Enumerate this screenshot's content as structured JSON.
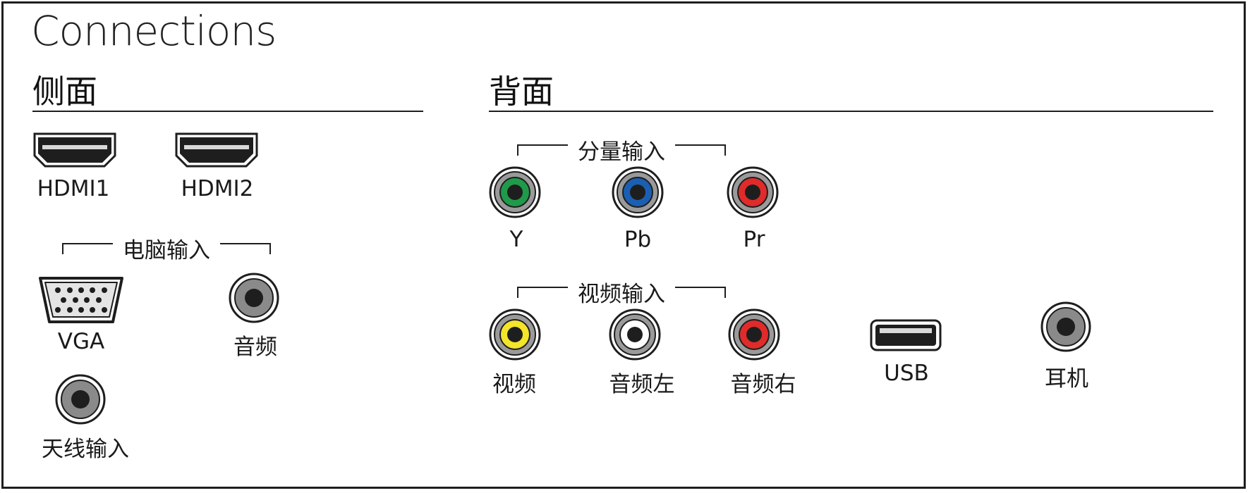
{
  "title": "Connections",
  "colors": {
    "green": "#1f9a4a",
    "blue": "#1b5fb3",
    "red": "#e12a2a",
    "yellow": "#f4e42a",
    "white": "#ffffff",
    "gray": "#8a8a8a"
  },
  "side": {
    "heading": "侧面",
    "hdmi1": {
      "label": "HDMI1",
      "icon": "hdmi-port-icon"
    },
    "hdmi2": {
      "label": "HDMI2",
      "icon": "hdmi-port-icon"
    },
    "pc_group": "电脑输入",
    "vga": {
      "label": "VGA",
      "icon": "vga-port-icon"
    },
    "pc_audio": {
      "label": "音频",
      "icon": "audio-jack-icon"
    },
    "antenna": {
      "label": "天线输入",
      "icon": "antenna-jack-icon"
    }
  },
  "back": {
    "heading": "背面",
    "component_group": "分量输入",
    "y": {
      "label": "Y",
      "color": "green"
    },
    "pb": {
      "label": "Pb",
      "color": "blue"
    },
    "pr": {
      "label": "Pr",
      "color": "red"
    },
    "video_group": "视频输入",
    "video": {
      "label": "视频",
      "color": "yellow"
    },
    "audio_left": {
      "label": "音频左",
      "color": "white"
    },
    "audio_right": {
      "label": "音频右",
      "color": "red"
    },
    "usb": {
      "label": "USB",
      "icon": "usb-port-icon"
    },
    "headphone": {
      "label": "耳机",
      "icon": "headphone-jack-icon"
    }
  }
}
